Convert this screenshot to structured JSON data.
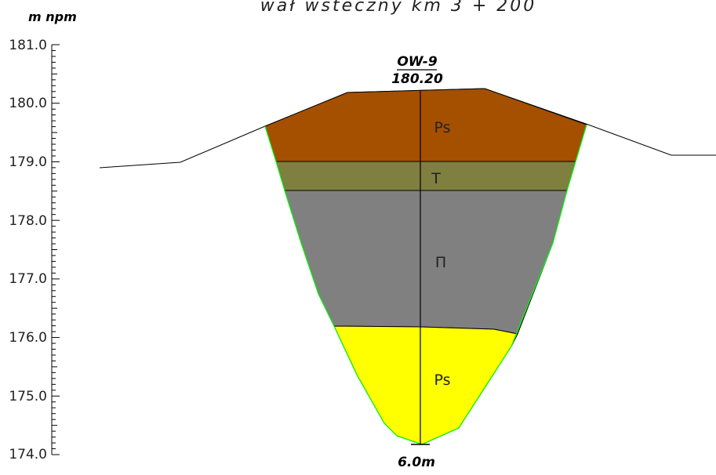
{
  "title": "wał wsteczny km 3 + 200",
  "y_axis": {
    "unit": "m npm",
    "min": 174.0,
    "max": 181.0,
    "ticks": [
      "181.0",
      "180.0",
      "179.0",
      "178.0",
      "177.0",
      "176.0",
      "175.0",
      "174.0"
    ]
  },
  "borehole": {
    "name": "OW-9",
    "top_elevation": "180.20",
    "depth": "6.0m"
  },
  "layers": [
    {
      "code": "Ps",
      "color": "#a45000",
      "top": 180.2,
      "bottom": 179.0
    },
    {
      "code": "T",
      "color": "#7f7f40",
      "top": 179.0,
      "bottom": 178.5
    },
    {
      "code": "Π",
      "color": "#808080",
      "top": 178.5,
      "bottom": 176.2
    },
    {
      "code": "Ps",
      "color": "#ffff00",
      "top": 176.2,
      "bottom": 174.2
    }
  ],
  "colors": {
    "outline": "#00ff00",
    "lines": "#000000"
  }
}
